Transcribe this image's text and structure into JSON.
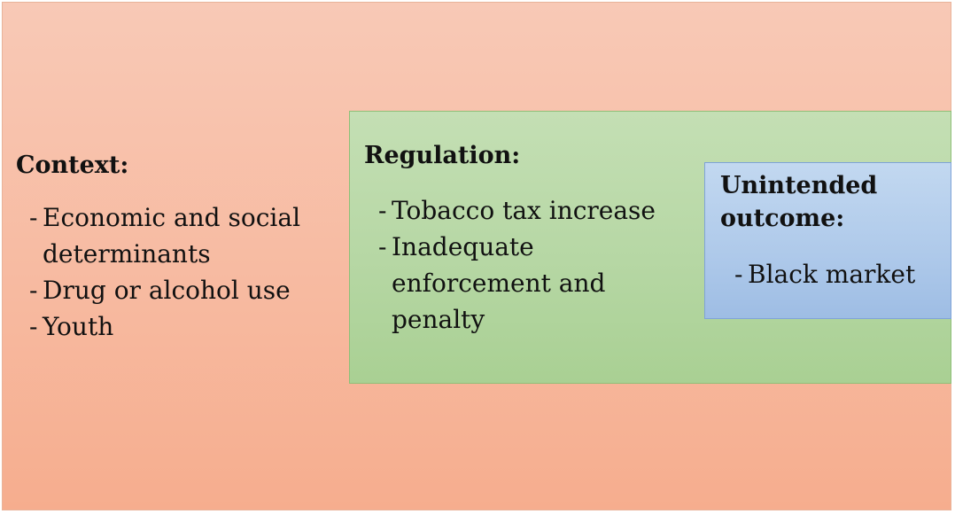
{
  "context": {
    "heading": "Context:",
    "items": [
      "Economic and social determinants",
      "Drug or alcohol use",
      "Youth"
    ]
  },
  "regulation": {
    "heading": "Regulation:",
    "items": [
      "Tobacco tax increase",
      "Inadequate enforcement and penalty"
    ]
  },
  "outcome": {
    "heading": "Unintended outcome:",
    "items": [
      "Black market"
    ]
  },
  "bullet": "-",
  "colors": {
    "context_fill": "#f7b99f",
    "regulation_fill": "#b6d7a4",
    "outcome_fill": "#aec9ea"
  }
}
